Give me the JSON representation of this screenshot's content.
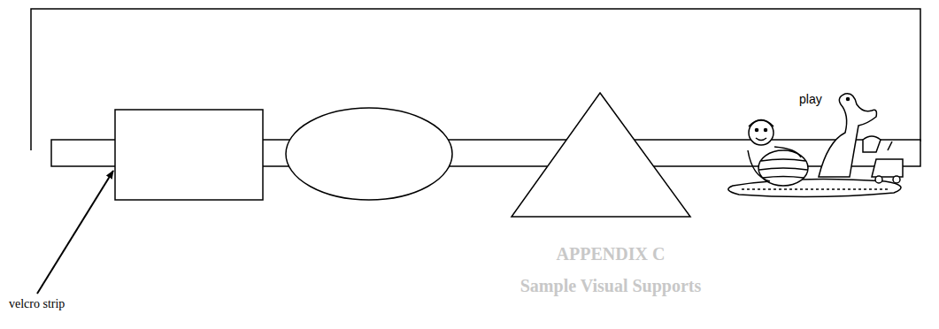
{
  "diagram": {
    "labels": [
      "play",
      "velcro strip",
      "APPENDIX C",
      "Sample Visual Supports"
    ]
  }
}
